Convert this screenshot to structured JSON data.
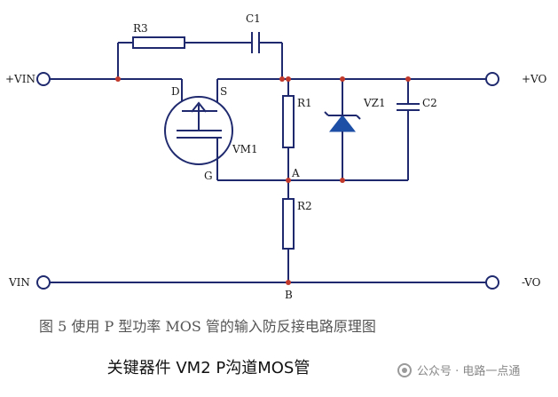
{
  "diagram": {
    "terminals": {
      "vin_pos": "+VIN",
      "vin_neg": "VIN",
      "vo_pos": "+VO",
      "vo_neg": "-VO"
    },
    "components": {
      "r3": "R3",
      "c1": "C1",
      "r1": "R1",
      "r2": "R2",
      "vz1": "VZ1",
      "c2": "C2",
      "vm1": "VM1"
    },
    "pins": {
      "drain": "D",
      "source": "S",
      "gate": "G"
    },
    "nodes": {
      "a": "A",
      "b": "B"
    },
    "caption": "图 5  使用 P 型功率 MOS 管的输入防反接电路原理图"
  },
  "title": "关键器件 VM2 P沟道MOS管",
  "watermark": {
    "text": "公众号 · 电路一点通"
  },
  "colors": {
    "wire": "#1f2a6e",
    "node": "#c0392b",
    "zener": "#1d4fa6"
  },
  "icons": {
    "watermark": "wechat-icon"
  }
}
